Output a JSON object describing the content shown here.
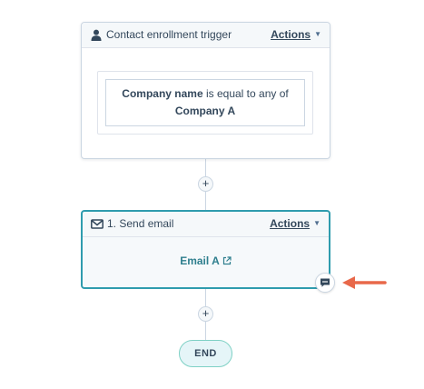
{
  "trigger": {
    "title": "Contact enrollment trigger",
    "actions_label": "Actions",
    "filter": {
      "property": "Company name",
      "operator": "is equal to any of",
      "value": "Company A"
    }
  },
  "action": {
    "title": "1. Send email",
    "actions_label": "Actions",
    "email_link": "Email A"
  },
  "end_label": "END",
  "icons": {
    "trigger": "person-icon",
    "action": "envelope-icon",
    "comment": "comment-icon",
    "external": "external-link-icon"
  },
  "colors": {
    "action_border": "#2f9cae",
    "link": "#2f7f8e",
    "arrow": "#e8684a",
    "end_fill": "#e5f5f8"
  }
}
